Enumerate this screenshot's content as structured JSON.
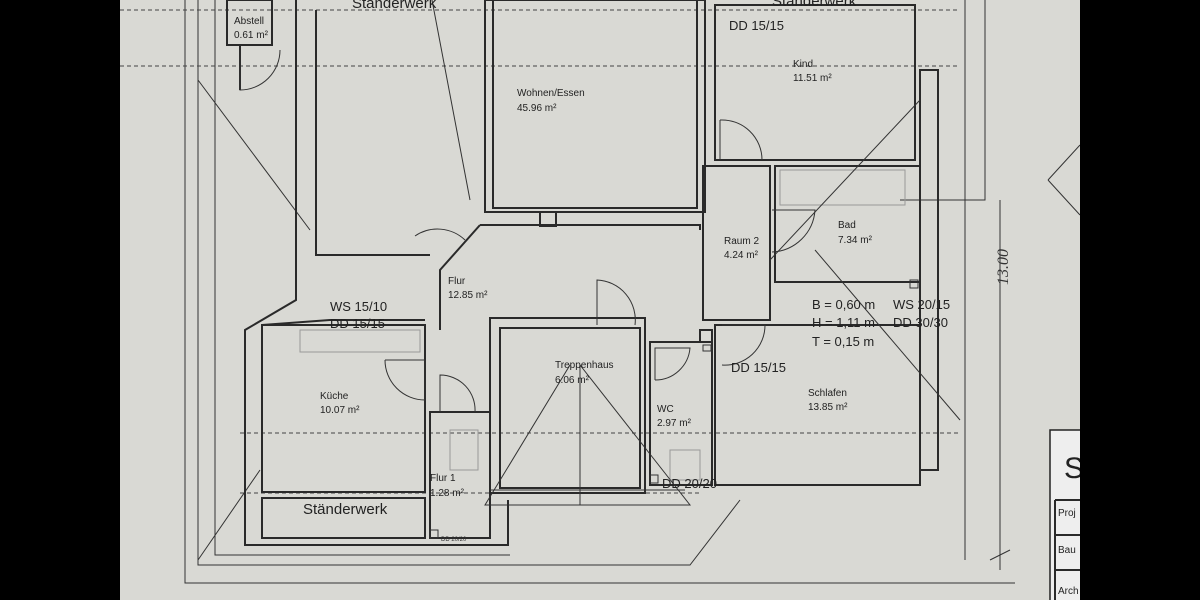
{
  "rooms": {
    "abstell": {
      "name": "Abstell",
      "area": "0.61 m²"
    },
    "wohnen": {
      "name": "Wohnen/Essen",
      "area": "45.96 m²"
    },
    "kind": {
      "name": "Kind",
      "area": "11.51 m²"
    },
    "raum2": {
      "name": "Raum 2",
      "area": "4.24 m²"
    },
    "bad": {
      "name": "Bad",
      "area": "7.34 m²"
    },
    "flur": {
      "name": "Flur",
      "area": "12.85 m²"
    },
    "kueche": {
      "name": "Küche",
      "area": "10.07 m²"
    },
    "treppenhaus": {
      "name": "Treppenhaus",
      "area": "6.06 m²"
    },
    "wc": {
      "name": "WC",
      "area": "2.97 m²"
    },
    "schlafen": {
      "name": "Schlafen",
      "area": "13.85 m²"
    },
    "flur1": {
      "name": "Flur 1",
      "area": "1.28 m²"
    }
  },
  "annotations": {
    "staenderwerk_top_left": "Ständerwerk",
    "staenderwerk_top_right": "Ständerwerk",
    "staenderwerk_bottom": "Ständerwerk",
    "dd_kind": "DD 15/15",
    "ws_kueche": "WS 15/10",
    "dd_kueche": "DD 15/15",
    "dd_wc_top": "DD 15/15",
    "dd_wc_bottom": "DD 20/20",
    "dd_flur1": "DD 20/20",
    "window_b": "B = 0,60 m",
    "window_h": "H = 1,11 m",
    "window_t": "T = 0,15 m",
    "ws_bad": "WS 20/15",
    "dd_bad": "DD 30/30"
  },
  "dimension": "13.00",
  "title_block": {
    "mark": "S",
    "rows": [
      "Proj",
      "Bau",
      "Arch"
    ]
  }
}
